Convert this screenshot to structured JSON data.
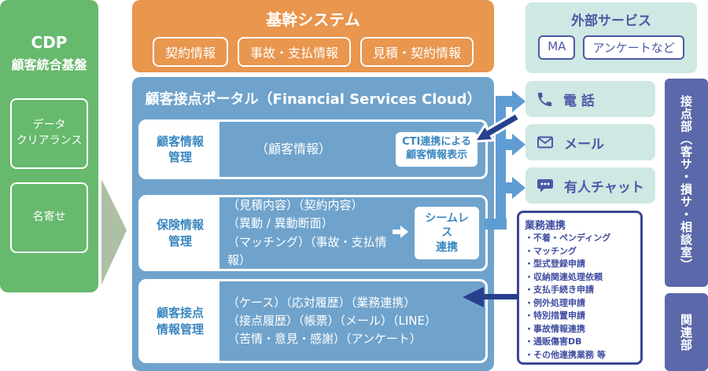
{
  "colors": {
    "core_orange": "#e9964e",
    "portal_blue": "#6fa3cc",
    "cdp_green": "#66b96d",
    "mint": "#cfe8e3",
    "indigo_text": "#4d58a6",
    "bar_indigo": "#5b68a9",
    "navy_arrow": "#27408e",
    "light_blue_arrow": "#5f9cd3",
    "sage_arrow": "#abc0a4",
    "row_label_blue": "#3a87c0"
  },
  "cdp": {
    "title": "CDP",
    "subtitle": "顧客統合基盤",
    "items": [
      "データ\nクリアランス",
      "名寄せ"
    ]
  },
  "core_system": {
    "title": "基幹システム",
    "items": [
      "契約情報",
      "事故・支払情報",
      "見積・契約情報"
    ]
  },
  "external_services": {
    "title": "外部サービス",
    "items": [
      "MA",
      "アンケートなど"
    ]
  },
  "portal": {
    "title": "顧客接点ポータル（Financial Services Cloud）",
    "rows": [
      {
        "label": "顧客情報\n管理",
        "content": "（顧客情報）",
        "badge": "CTI連携による\n顧客情報表示"
      },
      {
        "label": "保険情報\n管理",
        "content": "（見積内容）（契約内容）\n（異動 / 異動断面）\n（マッチング）（事故・支払情報）",
        "badge": "シームレス\n連携"
      },
      {
        "label": "顧客接点\n情報管理",
        "content": "（ケース）（応対履歴）（業務連携）\n（接点履歴）（帳票）（メール）（LINE）\n（苦情・意見・感謝）（アンケート）"
      }
    ]
  },
  "channels": [
    {
      "icon": "phone-icon",
      "label": "電 話"
    },
    {
      "icon": "mail-icon",
      "label": "メール"
    },
    {
      "icon": "chat-icon",
      "label": "有人チャット"
    }
  ],
  "task_panel": {
    "title": "業務連携",
    "items": [
      "・不着・ペンディング",
      "・マッチング",
      "・型式登録申請",
      "・収納関連処理依頼",
      "・支払手続き申請",
      "・例外処理申請",
      "・特別措置申請",
      "・事故情報連携",
      "・通販傷害DB",
      "・その他連携業務 等"
    ]
  },
  "departments": [
    {
      "label": "接点部（客サ・損サ・相談室）"
    },
    {
      "label": "関連部"
    }
  ]
}
